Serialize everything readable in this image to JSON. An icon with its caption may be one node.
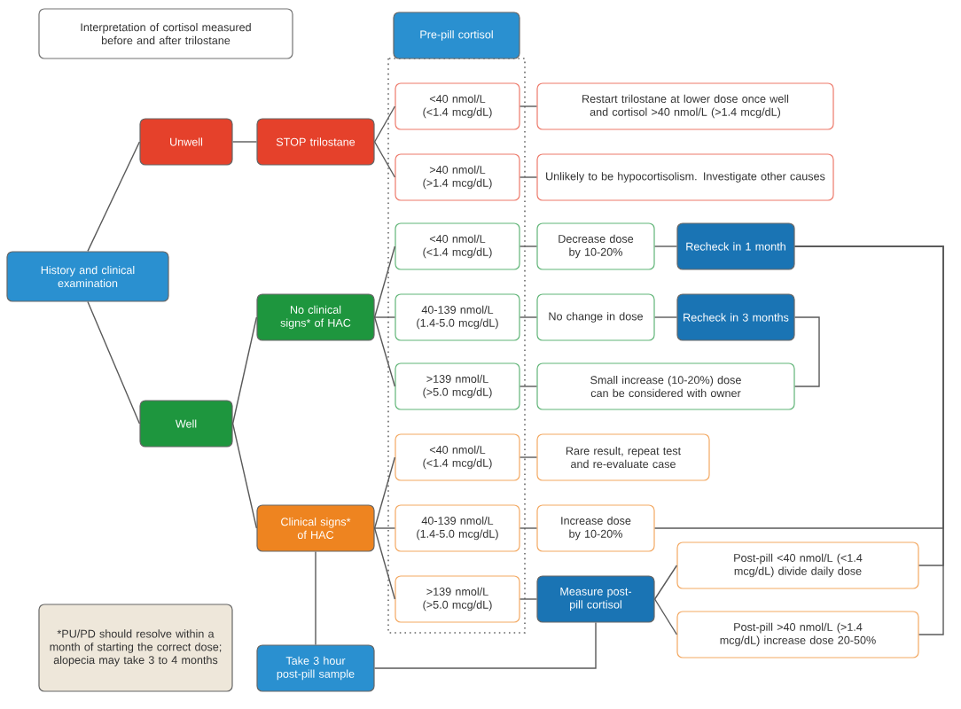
{
  "diagram": {
    "nodes": [
      {
        "text": [
          "Interpretation of cortisol measured before and after trilostane"
        ]
      },
      {
        "text": [
          "Pre-pill cortisol"
        ]
      },
      {
        "text": [
          "History and clinical examination"
        ]
      },
      {
        "text": [
          "Unwell"
        ]
      },
      {
        "text": [
          "STOP trilostane"
        ]
      },
      {
        "text": [
          "<40 nmol/L (<1.4 mcg/dL)"
        ]
      },
      {
        "text": [
          ">40 nmol/L (>1.4 mcg/dL)"
        ]
      },
      {
        "text": [
          "Restart trilostane at lower dose once well and cortisol >40 nmol/L (>1.4 mcg/dL)"
        ]
      },
      {
        "text": [
          "Unlikely to be hypocortisolism. Investigate other causes"
        ]
      },
      {
        "text": [
          "Well"
        ]
      },
      {
        "text": [
          "No clinical signs* of HAC"
        ]
      },
      {
        "text": [
          "<40 nmol/L (<1.4 mcg/dL)"
        ]
      },
      {
        "text": [
          "40-139 nmol/L (1.4-5.0 mcg/dL)"
        ]
      },
      {
        "text": [
          ">139 nmol/L (>5.0 mcg/dL)"
        ]
      },
      {
        "text": [
          "Decrease dose by 10-20%"
        ]
      },
      {
        "text": [
          "Recheck in 1 month"
        ]
      },
      {
        "text": [
          "No change in dose"
        ]
      },
      {
        "text": [
          "Recheck in 3 months"
        ]
      },
      {
        "text": [
          "Small increase (10-20%) dose can be considered with owner"
        ]
      },
      {
        "text": [
          "Clinical signs* of HAC"
        ]
      },
      {
        "text": [
          "<40 nmol/L (<1.4 mcg/dL)"
        ]
      },
      {
        "text": [
          "40-139 nmol/L (1.4-5.0 mcg/dL)"
        ]
      },
      {
        "text": [
          ">139 nmol/L (>5.0 mcg/dL)"
        ]
      },
      {
        "text": [
          "Rare result, repeat test and re-evaluate case"
        ]
      },
      {
        "text": [
          "Increase dose by 10-20%"
        ]
      },
      {
        "text": [
          "Measure post-pill cortisol"
        ]
      },
      {
        "text": [
          "Post-pill <40 nmol/L (<1.4 mcg/dL) divide daily dose"
        ]
      },
      {
        "text": [
          "Post-pill >40 nmol/L (>1.4 mcg/dL) increase dose 20-50%"
        ]
      },
      {
        "text": [
          "Take 3 hour post-pill sample"
        ]
      },
      {
        "text": [
          "*PU/PD should resolve within a month of starting the correct dose; alopecia may take 3 to 4 months"
        ]
      }
    ],
    "edges": [
      {
        "from": 2,
        "to": 3,
        "arrow": "none"
      },
      {
        "from": 2,
        "to": 9,
        "arrow": "none"
      },
      {
        "from": 3,
        "to": 4,
        "arrow": "none"
      },
      {
        "from": 4,
        "to": 5,
        "arrow": "none"
      },
      {
        "from": 4,
        "to": 6,
        "arrow": "none"
      },
      {
        "from": 5,
        "to": 7,
        "arrow": "none"
      },
      {
        "from": 6,
        "to": 8,
        "arrow": "none"
      },
      {
        "from": 9,
        "to": 10,
        "arrow": "none"
      },
      {
        "from": 9,
        "to": 19,
        "arrow": "none"
      },
      {
        "from": 10,
        "to": 11,
        "arrow": "none"
      },
      {
        "from": 10,
        "to": 12,
        "arrow": "none"
      },
      {
        "from": 10,
        "to": 13,
        "arrow": "none"
      },
      {
        "from": 11,
        "to": 14,
        "arrow": "none"
      },
      {
        "from": 12,
        "to": 16,
        "arrow": "none"
      },
      {
        "from": 13,
        "to": 18,
        "arrow": "none"
      },
      {
        "from": 14,
        "to": 15,
        "arrow": "none"
      },
      {
        "from": 16,
        "to": 17,
        "arrow": "none"
      },
      {
        "from": 18,
        "to": 17,
        "arrow": "none"
      },
      {
        "from": 19,
        "to": 20,
        "arrow": "none"
      },
      {
        "from": 19,
        "to": 21,
        "arrow": "none"
      },
      {
        "from": 19,
        "to": 22,
        "arrow": "none"
      },
      {
        "from": 20,
        "to": 23,
        "arrow": "none"
      },
      {
        "from": 21,
        "to": 24,
        "arrow": "none"
      },
      {
        "from": 22,
        "to": 25,
        "arrow": "none"
      },
      {
        "from": 25,
        "to": 26,
        "arrow": "none"
      },
      {
        "from": 25,
        "to": 27,
        "arrow": "none"
      },
      {
        "from": 19,
        "to": 28,
        "arrow": "none"
      },
      {
        "from": 28,
        "to": 25,
        "arrow": "none"
      },
      {
        "from": 24,
        "to": 15,
        "arrow": "none"
      },
      {
        "from": 26,
        "to": 15,
        "arrow": "none"
      },
      {
        "from": 27,
        "to": 15,
        "arrow": "none"
      }
    ]
  }
}
